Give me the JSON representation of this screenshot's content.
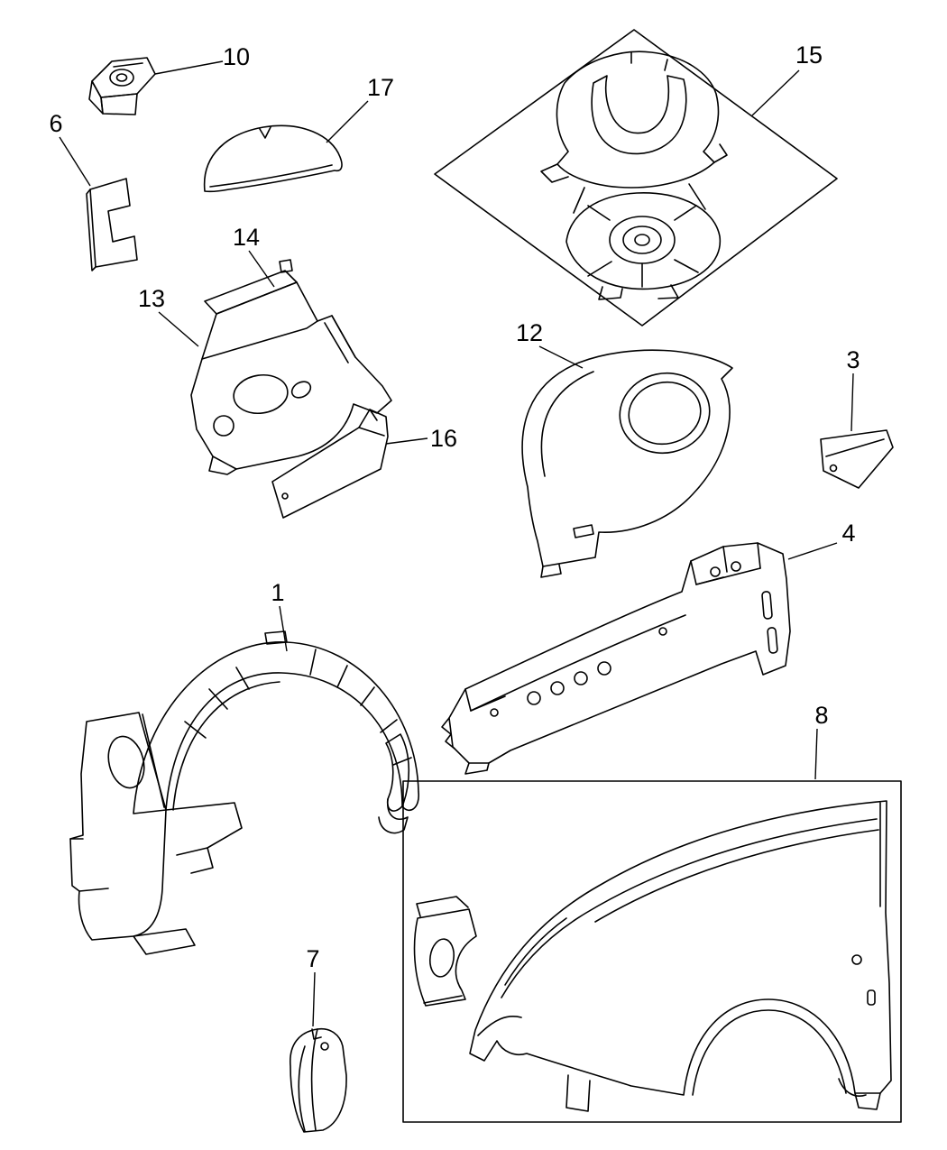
{
  "meta": {
    "background_color": "#ffffff",
    "line_color": "#000000",
    "label_color": "#000000",
    "diagram_type": "exploded-parts-diagram",
    "subject": "front fender, wheelhouse and splash shield parts"
  },
  "callouts": {
    "p1": {
      "label": "1"
    },
    "p3": {
      "label": "3"
    },
    "p4": {
      "label": "4"
    },
    "p6": {
      "label": "6"
    },
    "p7": {
      "label": "7"
    },
    "p8": {
      "label": "8"
    },
    "p10": {
      "label": "10"
    },
    "p12": {
      "label": "12"
    },
    "p13": {
      "label": "13"
    },
    "p14": {
      "label": "14"
    },
    "p15": {
      "label": "15"
    },
    "p16": {
      "label": "16"
    },
    "p17": {
      "label": "17"
    }
  }
}
